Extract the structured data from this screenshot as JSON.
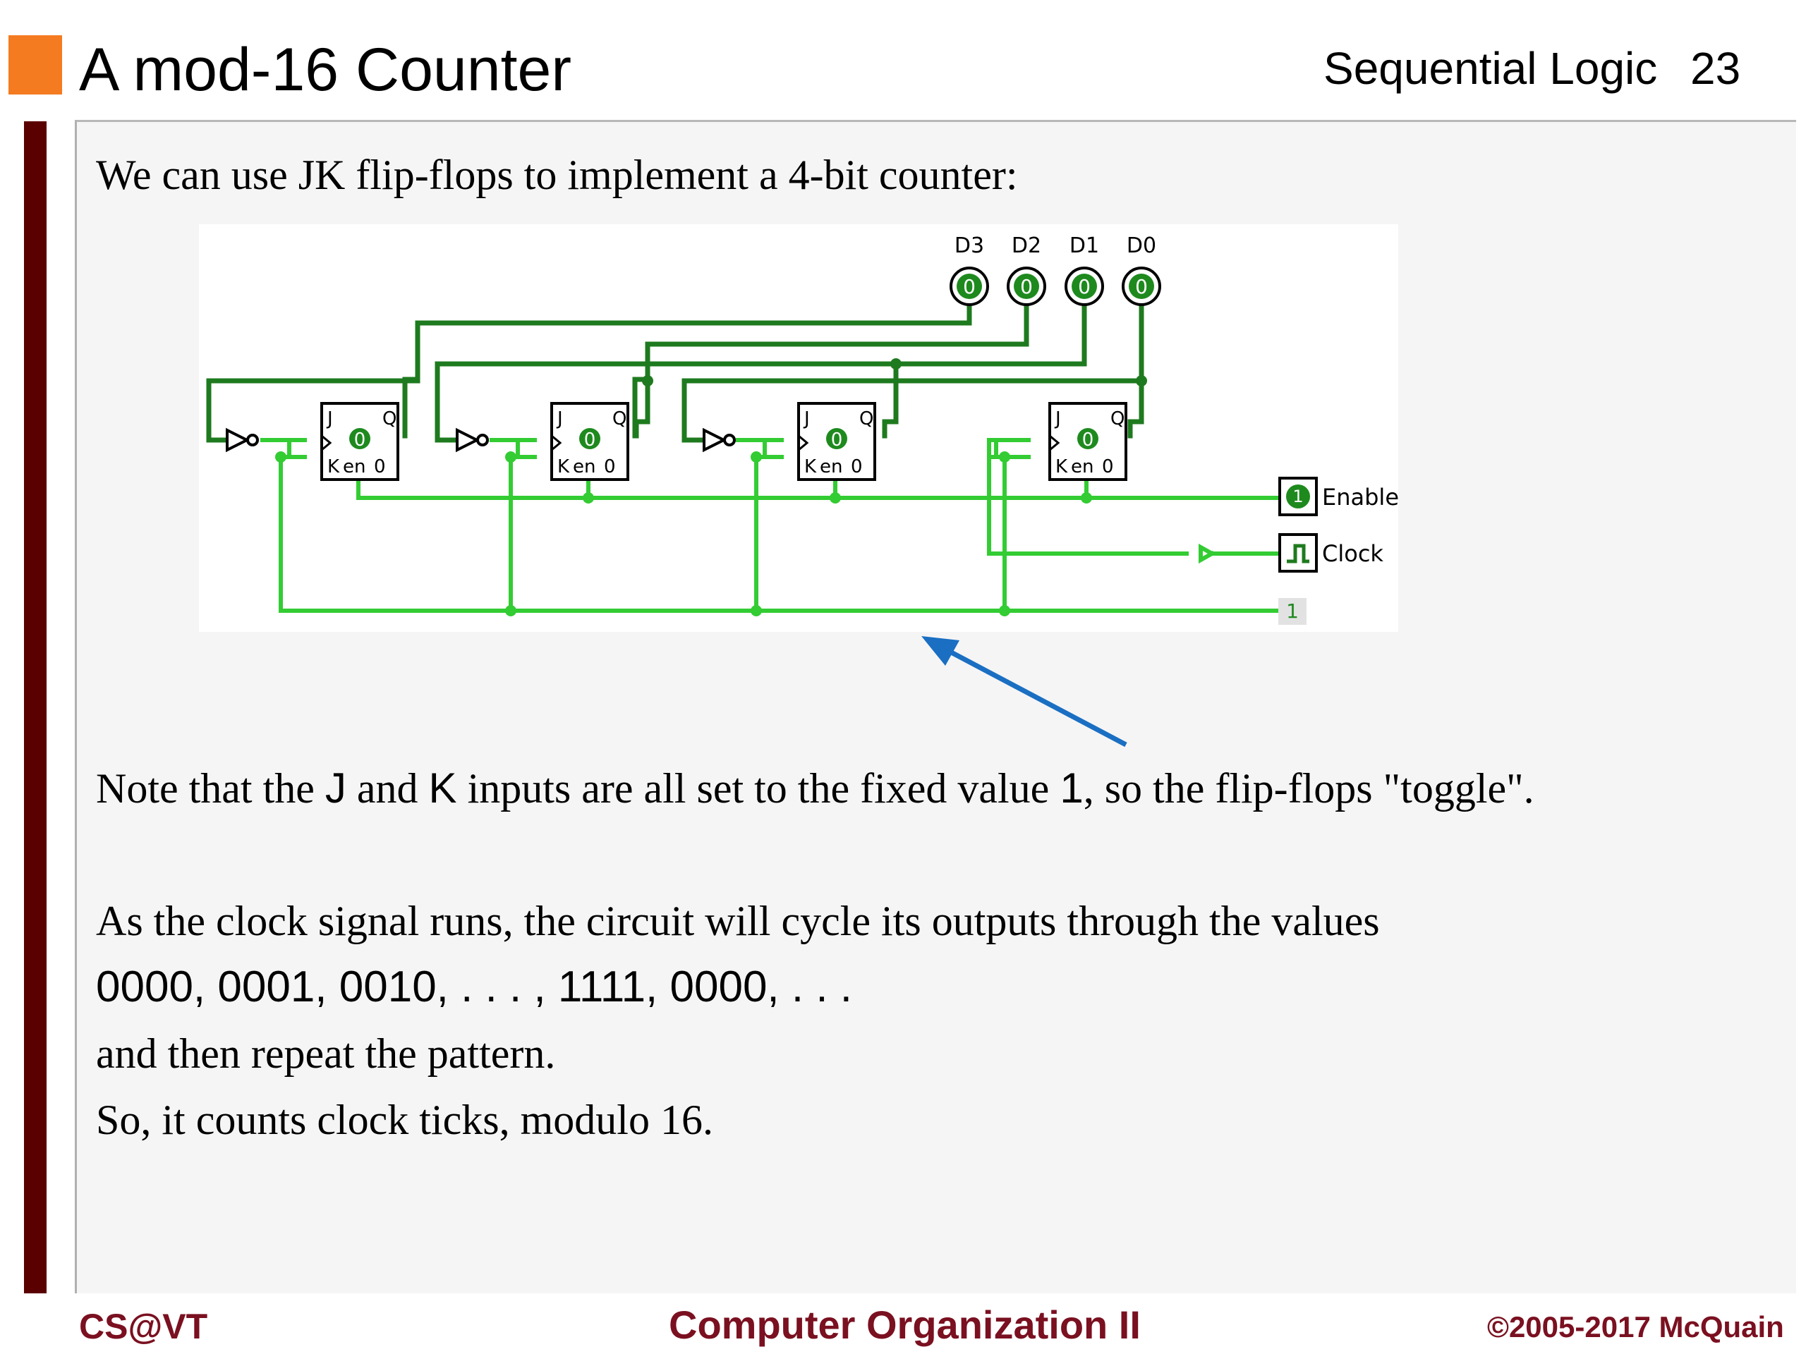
{
  "header": {
    "title": "A mod-16 Counter",
    "section": "Sequential Logic",
    "slide_number": "23"
  },
  "body": {
    "intro": "We can use JK flip-flops to implement a 4-bit counter:",
    "note": {
      "p1": "Note that the ",
      "j": "J",
      "p2": " and ",
      "k": "K",
      "p3": " inputs are all set to the fixed value ",
      "one": "1",
      "p4": ", so the flip-flops \"toggle\"."
    },
    "cycle_line": "As the clock signal runs, the circuit will cycle its outputs through the values",
    "sequence": "0000, 0001, 0010, . . . , 1111, 0000, . . .",
    "repeat_line": "and then repeat the pattern.",
    "conclusion": "So, it counts clock ticks, modulo 16."
  },
  "circuit": {
    "outputs": [
      "D3",
      "D2",
      "D1",
      "D0"
    ],
    "output_values": [
      "0",
      "0",
      "0",
      "0"
    ],
    "ff_state": "0",
    "ff_j": "J",
    "ff_q": "Q",
    "ff_k": "K",
    "ff_en": "en",
    "ff_zero": "0",
    "enable_label": "Enable",
    "enable_value": "1",
    "clock_label": "Clock",
    "constant_value": "1",
    "colors": {
      "wire_dark": "#1e7a1e",
      "wire_light": "#33cc33",
      "arrow": "#1a6fc2"
    }
  },
  "footer": {
    "left": "CS@VT",
    "center": "Computer Organization II",
    "right": "©2005-2017 McQuain"
  }
}
